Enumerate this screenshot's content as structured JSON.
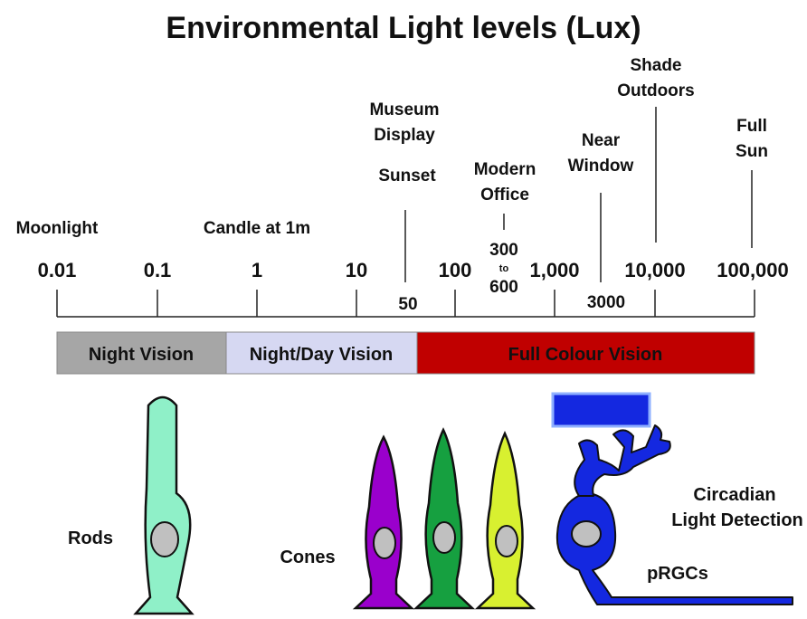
{
  "title": "Environmental Light levels (Lux)",
  "scale": {
    "ticks": [
      "0.01",
      "0.1",
      "1",
      "10",
      "100",
      "1,000",
      "10,000",
      "100,000"
    ],
    "intermediate": [
      {
        "value": "50"
      },
      {
        "value_top": "300",
        "value_mid": "to",
        "value_bottom": "600"
      },
      {
        "value": "3000"
      }
    ]
  },
  "annotations": {
    "moonlight": "Moonlight",
    "candle": "Candle at 1m",
    "museum_line1": "Museum",
    "museum_line2": "Display",
    "sunset": "Sunset",
    "office_line1": "Modern",
    "office_line2": "Office",
    "window_line1": "Near",
    "window_line2": "Window",
    "shade_line1": "Shade",
    "shade_line2": "Outdoors",
    "sun_line1": "Full",
    "sun_line2": "Sun"
  },
  "vision_bands": [
    {
      "label": "Night Vision",
      "color": "#a6a6a6"
    },
    {
      "label": "Night/Day Vision",
      "color": "#d6d8f2"
    },
    {
      "label": "Full Colour Vision",
      "color": "#c00000"
    }
  ],
  "cells": {
    "rods_label": "Rods",
    "cones_label": "Cones",
    "circadian_line1": "Circadian",
    "circadian_line2": "Light Detection",
    "prgc_label": "pRGCs",
    "rod_color": "#8ff0c8",
    "cone_colors": [
      "#9a00cc",
      "#16a040",
      "#d8f030"
    ],
    "prgc_color": "#1428e0",
    "nucleus_color": "#c0c0c0",
    "circadian_bar_color": "#1428e0"
  }
}
